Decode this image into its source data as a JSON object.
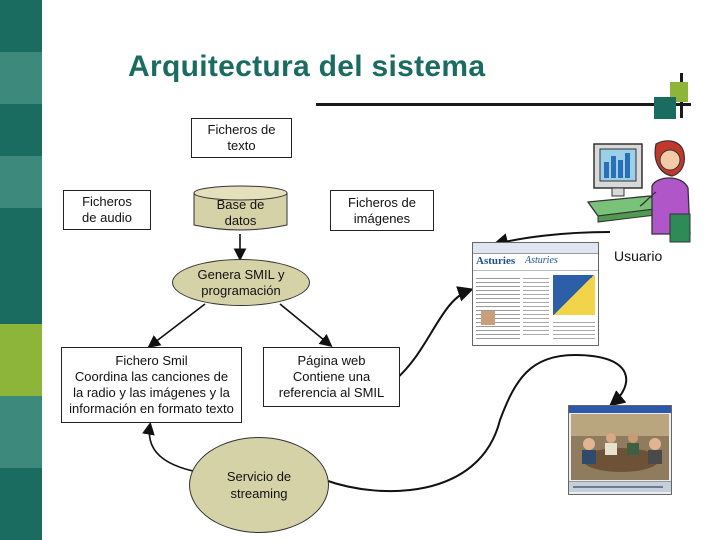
{
  "slide": {
    "title": "Arquitectura del sistema",
    "colors": {
      "title": "#1a6b60",
      "band_dark": "#1a6b60",
      "band_light": "#8db53a",
      "node_fill": "#d6d2a8"
    }
  },
  "nodes": {
    "ficheros_texto": "Ficheros de\ntexto",
    "ficheros_audio": "Ficheros\nde audio",
    "base_datos": "Base de\ndatos",
    "ficheros_imagenes": "Ficheros de\nimágenes",
    "genera_smil": "Genera SMIL y\nprogramación",
    "fichero_smil": "Fichero Smil\nCoordina las canciones de\nla radio y las imágenes y la\ninformación en formato texto",
    "pagina_web": "Página web\nContiene una\nreferencia al SMIL",
    "servicio_streaming": "Servicio de\nstreaming"
  },
  "user": {
    "label": "Usuario"
  },
  "screenshots": {
    "web_logo_left": "Asturies",
    "web_logo_right": "Asturies"
  }
}
